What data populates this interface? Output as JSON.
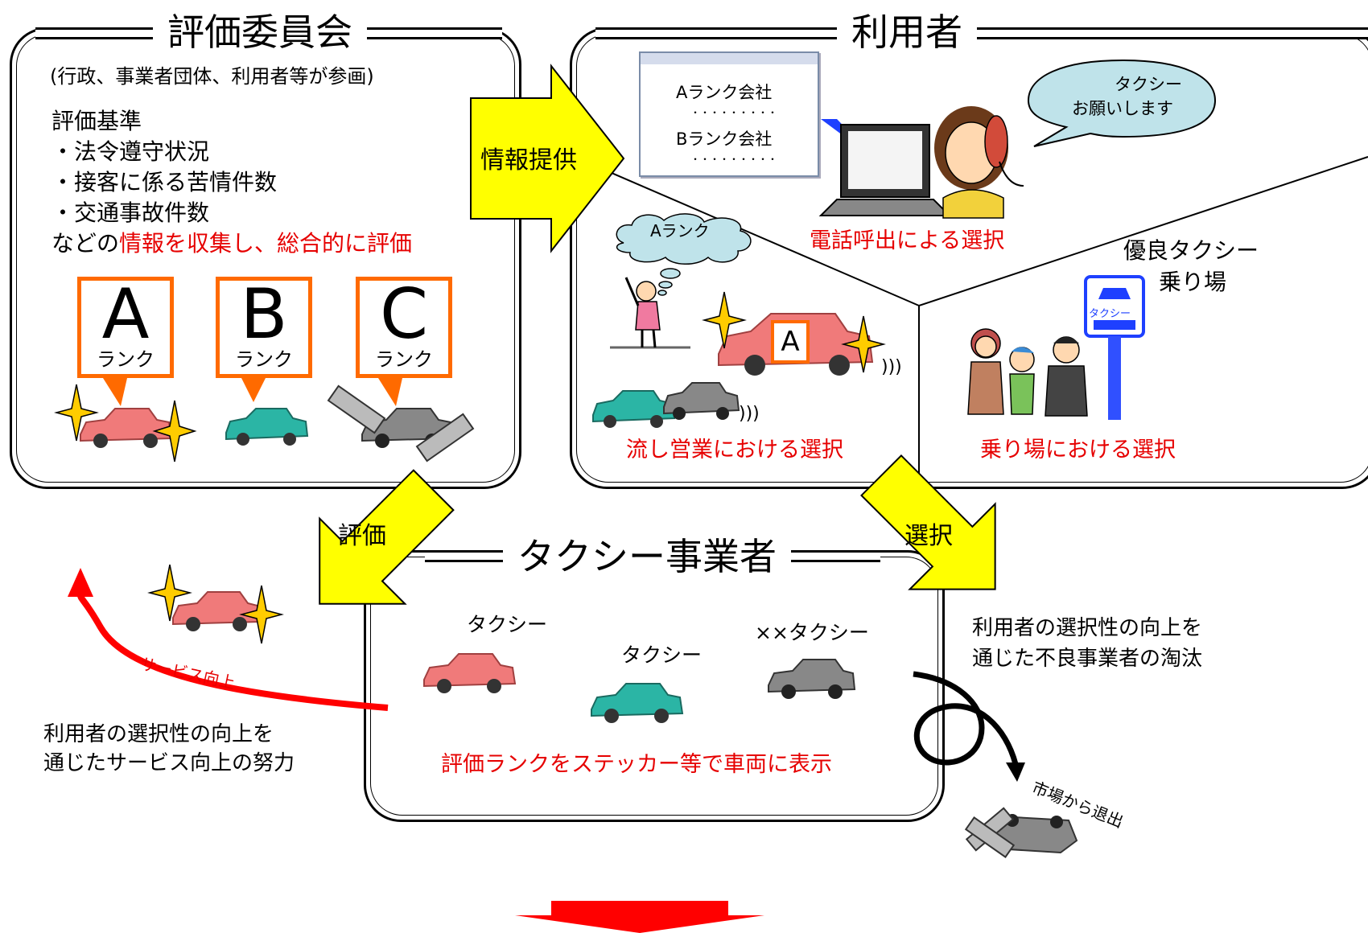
{
  "committee": {
    "title": "評価委員会",
    "subtitle": "(行政、事業者団体、利用者等が参画)",
    "criteria_heading": "評価基準",
    "criteria": [
      "・法令遵守状況",
      "・接客に係る苦情件数",
      "・交通事故件数"
    ],
    "summary_prefix": "などの",
    "summary_highlight": "情報を収集し、総合的に評価",
    "ranks": [
      {
        "letter": "A",
        "label": "ランク"
      },
      {
        "letter": "B",
        "label": "ランク"
      },
      {
        "letter": "C",
        "label": "ランク"
      }
    ]
  },
  "users": {
    "title": "利用者",
    "window_lines": [
      "Aランク会社",
      "・・・・・・・・・",
      "Bランク会社",
      "・・・・・・・・・"
    ],
    "speech_bubble": [
      "タクシー",
      "お願いします"
    ],
    "thought_bubble": "Aランク",
    "phone_caption": "電話呼出による選択",
    "street_caption": "流し営業における選択",
    "stand_caption": "乗り場における選択",
    "stand_label": [
      "優良タクシー",
      "乗り場"
    ],
    "car_badge": "A",
    "sound_marks": ")))",
    "sign_text": "タクシー"
  },
  "arrows": {
    "info": "情報提供",
    "evaluate": "評価",
    "select": "選択"
  },
  "operators": {
    "title": "タクシー事業者",
    "taxi1": "タクシー",
    "taxi2": "タクシー",
    "taxi3": "××タクシー",
    "caption": "評価ランクをステッカー等で車両に表示"
  },
  "left_side": {
    "service_up": "サービス向上",
    "effort_text": [
      "利用者の選択性の向上を",
      "通じたサービス向上の努力"
    ]
  },
  "right_side": {
    "elimination_text": [
      "利用者の選択性の向上を",
      "通じた不良事業者の淘汰"
    ],
    "exit_text": "市場から退出"
  },
  "colors": {
    "red_text": "#e60000",
    "orange_note": "#ff6a00",
    "yellow_arrow": "#ffff00",
    "taxi_red": "#f07a7a",
    "taxi_teal": "#2bb5a5",
    "taxi_gray": "#888888",
    "bubble": "#bfe3ea",
    "big_arrow": "#ff0000"
  }
}
